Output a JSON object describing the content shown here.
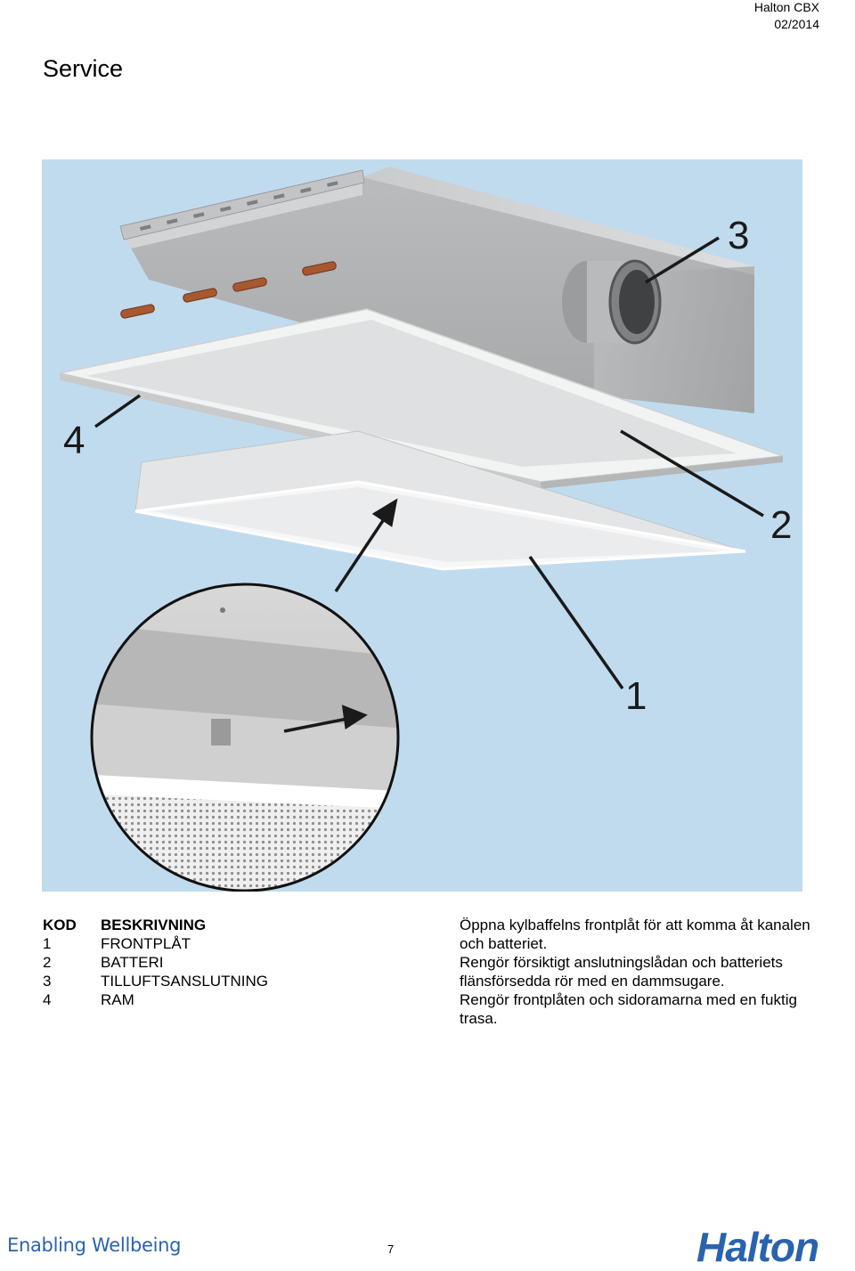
{
  "header": {
    "product": "Halton CBX",
    "date": "02/2014"
  },
  "page_title": "Service",
  "figure": {
    "callout_1": "1",
    "callout_2": "2",
    "callout_3": "3",
    "callout_4": "4",
    "colors": {
      "background": "#c1dbee",
      "arrow": "#1a1a1a"
    }
  },
  "legend": {
    "header": {
      "code": "KOD",
      "description": "BESKRIVNING"
    },
    "rows": [
      {
        "code": "1",
        "description": "FRONTPLÅT"
      },
      {
        "code": "2",
        "description": "BATTERI"
      },
      {
        "code": "3",
        "description": "TILLUFTSANSLUTNING"
      },
      {
        "code": "4",
        "description": "RAM"
      }
    ]
  },
  "instructions": [
    "Öppna kylbaffelns frontplåt för att komma åt kanalen och batteriet.",
    "Rengör försiktigt anslutningslådan och batteriets flänsförsedda rör med en dammsugare.",
    "Rengör frontplåten och sidoramarna med en fuktig trasa."
  ],
  "footer": {
    "slogan": "Enabling Wellbeing",
    "page_number": "7",
    "logo_text": "Halton",
    "brand_color": "#2a63ad"
  }
}
